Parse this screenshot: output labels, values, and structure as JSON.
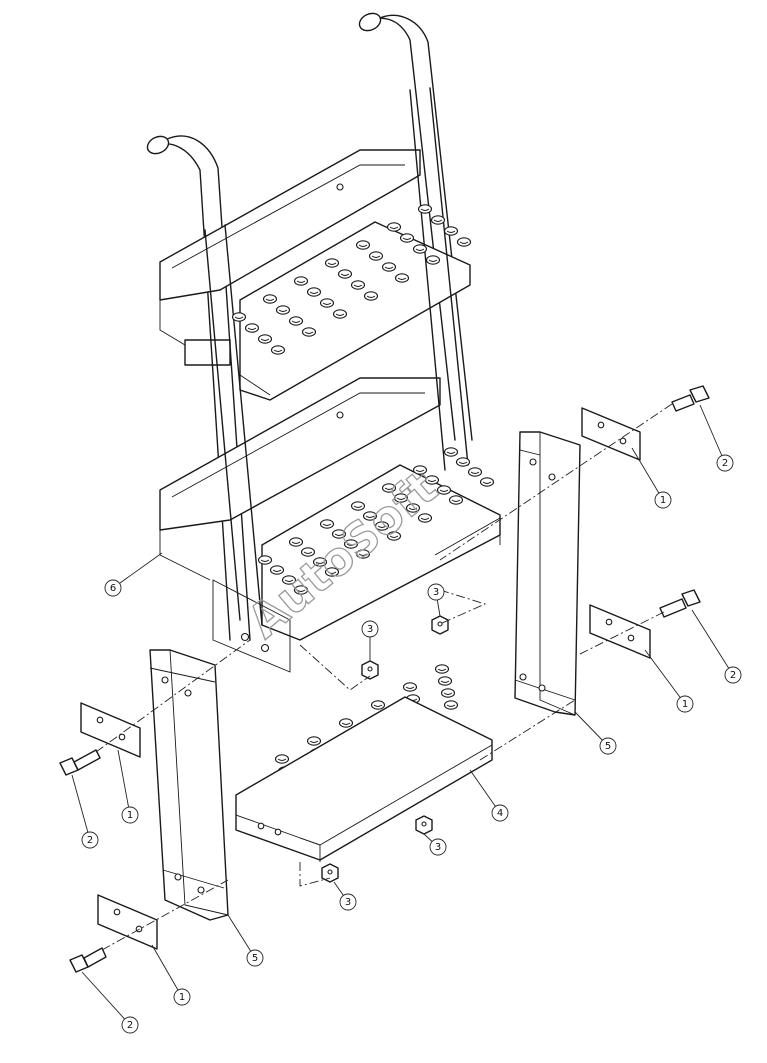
{
  "watermark": "AutoSoft",
  "callouts": [
    {
      "label": "1",
      "part": "clamp-plate"
    },
    {
      "label": "1",
      "part": "clamp-plate"
    },
    {
      "label": "1",
      "part": "clamp-plate"
    },
    {
      "label": "1",
      "part": "clamp-plate"
    },
    {
      "label": "2",
      "part": "hex-bolt"
    },
    {
      "label": "2",
      "part": "hex-bolt"
    },
    {
      "label": "2",
      "part": "hex-bolt"
    },
    {
      "label": "2",
      "part": "hex-bolt"
    },
    {
      "label": "3",
      "part": "hex-nut"
    },
    {
      "label": "3",
      "part": "hex-nut"
    },
    {
      "label": "3",
      "part": "hex-nut"
    },
    {
      "label": "3",
      "part": "hex-nut"
    },
    {
      "label": "4",
      "part": "lower-step"
    },
    {
      "label": "5",
      "part": "side-bracket"
    },
    {
      "label": "5",
      "part": "side-bracket"
    },
    {
      "label": "6",
      "part": "ladder-frame"
    }
  ]
}
